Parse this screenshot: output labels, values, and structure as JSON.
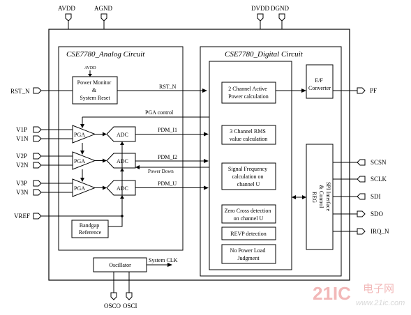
{
  "pins": {
    "avdd": "AVDD",
    "agnd": "AGND",
    "dvdd": "DVDD",
    "dgnd": "DGND",
    "rst_n": "RST_N",
    "v1p": "V1P",
    "v1n": "V1N",
    "v2p": "V2P",
    "v2n": "V2N",
    "v3p": "V3P",
    "v3n": "V3N",
    "vref": "VREF",
    "osco": "OSCO",
    "osci": "OSCI",
    "pf": "PF",
    "scsn": "SCSN",
    "sclk": "SCLK",
    "sdi": "SDI",
    "sdo": "SDO",
    "irq_n": "IRQ_N"
  },
  "analog": {
    "title": "CSE7780_Analog Circuit",
    "avdd_small": "AVDD",
    "power_monitor": [
      "Power Monitor",
      "&",
      "System Reset"
    ],
    "pga": "PGA",
    "adc": "ADC",
    "bandgap": [
      "Bandgap",
      "Reference"
    ]
  },
  "digital": {
    "title": "CSE7780_Digital Circuit",
    "active_power": [
      "2 Channel Active",
      "Power calculation"
    ],
    "rms": [
      "3 Channel RMS",
      "value calculation"
    ],
    "frequency": [
      "Signal Frequency",
      "calculation on",
      "channel U"
    ],
    "zero_cross": [
      "Zero Cross detection",
      "on channel U"
    ],
    "revp": "REVP detection",
    "no_load": [
      "No Power Load",
      "Judgment"
    ],
    "ef_converter": [
      "E/F",
      "Converter"
    ],
    "spi": [
      "SPI Interface",
      "& Control",
      "REG"
    ]
  },
  "signals": {
    "rst_n": "RST_N",
    "pga_control": "PGA control",
    "pdm_i1": "PDM_I1",
    "pdm_i2": "PDM_I2",
    "power_down": "Power Down",
    "pdm_u": "PDM_U",
    "system_clk": "System CLK"
  },
  "oscillator": "Oscillator",
  "watermark": {
    "brand": "21IC",
    "cn": "电子网",
    "url": "www.21ic.com"
  }
}
